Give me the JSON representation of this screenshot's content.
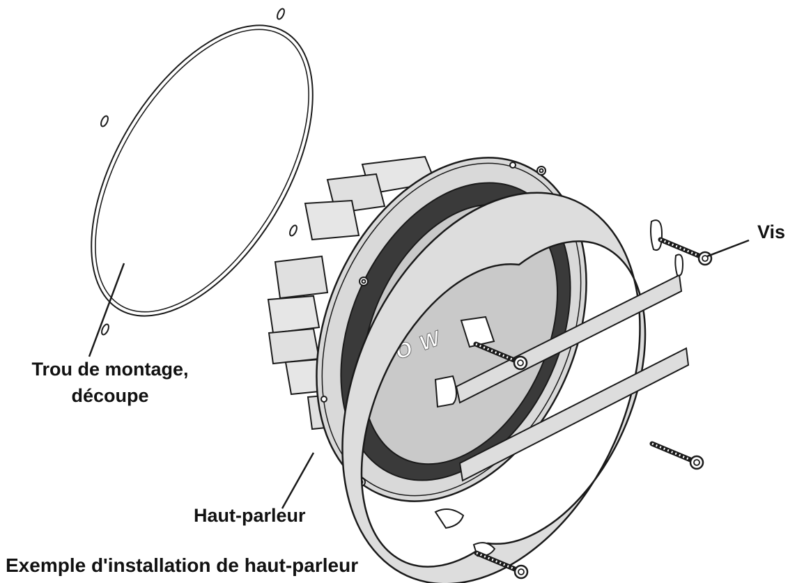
{
  "labels": {
    "screw": "Vis",
    "cutout_line1": "Trou de montage,",
    "cutout_line2": "découpe",
    "speaker": "Haut-parleur",
    "caption": "Exemple d'installation de haut-parleur",
    "brand_partial": "POW"
  },
  "colors": {
    "outline": "#1a1a1a",
    "flange": "#d9d9d9",
    "surround": "#3a3a3a",
    "cone": "#c9c9c9",
    "grille": "#dddddd",
    "background": "#ffffff"
  }
}
